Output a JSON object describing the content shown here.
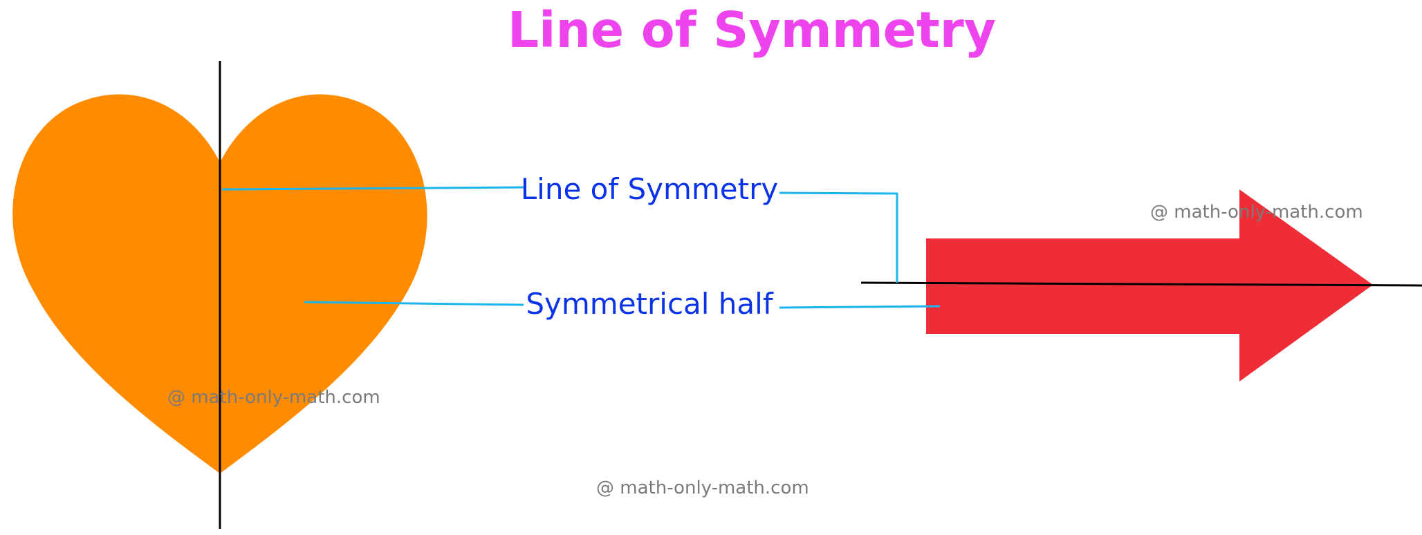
{
  "title": "Line of Symmetry",
  "labels": {
    "line_of_symmetry": "Line of Symmetry",
    "symmetrical_half": "Symmetrical half"
  },
  "watermarks": [
    "@ math-only-math.com",
    "@ math-only-math.com",
    "@ math-only-math.com"
  ],
  "colors": {
    "title": "#ee44ee",
    "label_text": "#0a32e6",
    "pointer_line": "#1ab4ee",
    "heart_fill": "#ff8c00",
    "arrow_fill": "#ee2d36",
    "symmetry_line": "#000000",
    "watermark": "#7a7a7a"
  }
}
